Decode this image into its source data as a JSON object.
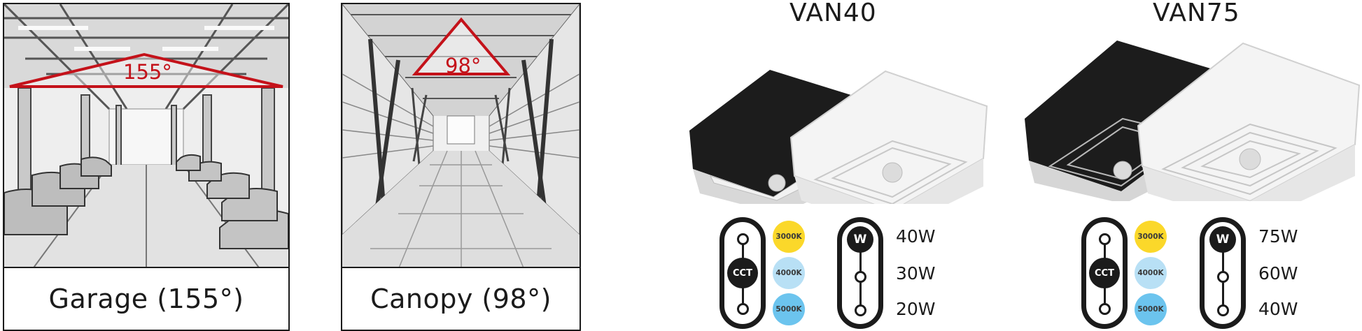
{
  "panels": [
    {
      "caption": "Garage (155°)",
      "angle": "155°",
      "scene_icon": "parking-garage-illustration"
    },
    {
      "caption": "Canopy (98°)",
      "angle": "98°",
      "scene_icon": "covered-walkway-illustration"
    }
  ],
  "products": [
    {
      "model": "VAN40",
      "cct_badge": "CCT",
      "cct_options": [
        "3000K",
        "4000K",
        "5000K"
      ],
      "watt_badge": "W",
      "wattages": [
        "40W",
        "30W",
        "20W"
      ]
    },
    {
      "model": "VAN75",
      "cct_badge": "CCT",
      "cct_options": [
        "3000K",
        "4000K",
        "5000K"
      ],
      "watt_badge": "W",
      "wattages": [
        "75W",
        "60W",
        "40W"
      ]
    }
  ],
  "colors": {
    "angle_red": "#c4121a",
    "cct_3000k": "#fbd82a",
    "cct_4000k": "#b8e0f5",
    "cct_5000k": "#6cc4ee",
    "outline": "#1b1b1b"
  }
}
